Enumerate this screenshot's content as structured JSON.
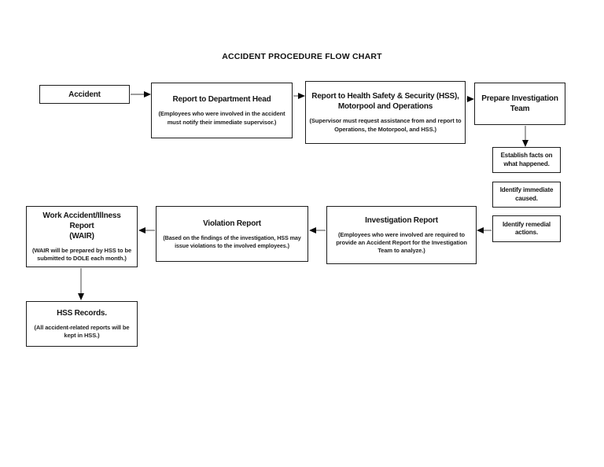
{
  "title": "ACCIDENT PROCEDURE FLOW CHART",
  "nodes": {
    "accident": {
      "title": "Accident"
    },
    "dept": {
      "title": "Report to Department Head",
      "subtitle": "(Employees who were involved in the accident must notify their immediate supervisor.)"
    },
    "hss": {
      "title": "Report to Health Safety & Security (HSS), Motorpool and Operations",
      "title_lines": [
        "Report to Health Safety & Security (HSS),",
        "Motorpool and Operations"
      ],
      "subtitle": "(Supervisor must request assistance from and report to Operations, the Motorpool, and HSS.)"
    },
    "prepare": {
      "title": "Prepare Investigation Team",
      "title_lines": [
        "Prepare Investigation",
        "Team"
      ]
    },
    "facts": {
      "title": "Establish facts on what happened.",
      "title_lines": [
        "Establish facts on",
        "what happened."
      ]
    },
    "caused": {
      "title": "Identify immediate caused.",
      "title_lines": [
        "Identify immediate",
        "caused."
      ]
    },
    "remedial": {
      "title": "Identify remedial actions.",
      "title_lines": [
        "Identify remedial",
        "actions."
      ]
    },
    "invest": {
      "title": "Investigation Report",
      "subtitle": "(Employees who were involved are required to provide an Accident Report for the Investigation Team to analyze.)"
    },
    "violation": {
      "title": "Violation Report",
      "subtitle": "(Based on the findings of the investigation, HSS may issue violations to the involved employees.)"
    },
    "wair": {
      "title": "Work Accident/Illness Report (WAIR)",
      "title_lines": [
        "Work Accident/Illness Report",
        "(WAIR)"
      ],
      "subtitle": "(WAIR will be prepared by HSS to be submitted to DOLE each month.)"
    },
    "records": {
      "title": "HSS Records.",
      "subtitle": "(All accident-related reports will be kept in HSS.)"
    }
  }
}
